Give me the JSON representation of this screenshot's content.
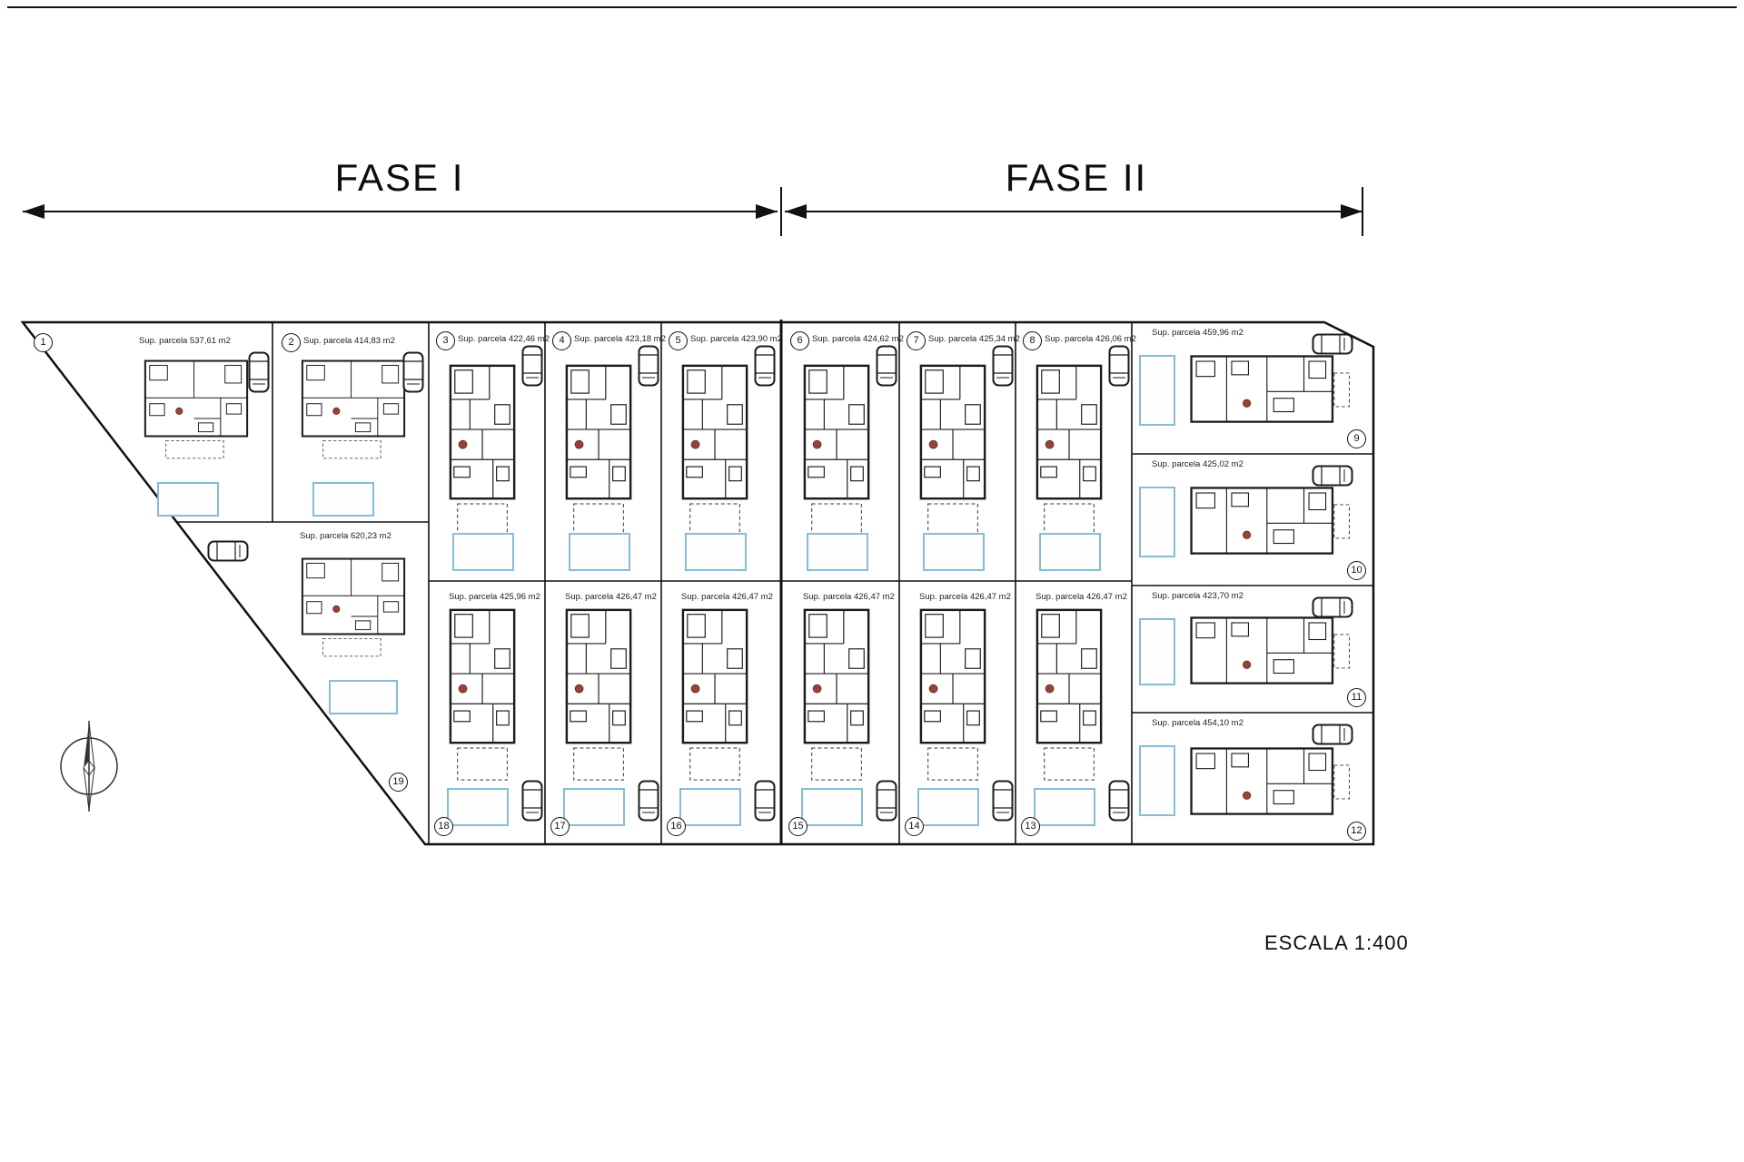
{
  "header": {
    "fase1_label": "FASE I",
    "fase2_label": "FASE II"
  },
  "footer": {
    "scale_label": "ESCALA  1:400"
  },
  "colors": {
    "pool_blue": "#85bcd6",
    "plan_accent_red": "#9a4238",
    "ink": "#141414"
  },
  "plots": [
    {
      "num": "1",
      "area": "Sup. parcela 537,61 m2"
    },
    {
      "num": "2",
      "area": "Sup. parcela 414,83 m2"
    },
    {
      "num": "3",
      "area": "Sup. parcela 422,46 m2"
    },
    {
      "num": "4",
      "area": "Sup. parcela 423,18 m2"
    },
    {
      "num": "5",
      "area": "Sup. parcela 423,90 m2"
    },
    {
      "num": "6",
      "area": "Sup. parcela 424,62 m2"
    },
    {
      "num": "7",
      "area": "Sup. parcela 425,34 m2"
    },
    {
      "num": "8",
      "area": "Sup. parcela 426,06 m2"
    },
    {
      "num": "9",
      "area": "Sup. parcela 459,96 m2"
    },
    {
      "num": "10",
      "area": "Sup. parcela 425,02 m2"
    },
    {
      "num": "11",
      "area": "Sup. parcela 423,70 m2"
    },
    {
      "num": "12",
      "area": "Sup. parcela 454,10 m2"
    },
    {
      "num": "13",
      "area": "Sup. parcela 426,47 m2"
    },
    {
      "num": "14",
      "area": "Sup. parcela 426,47 m2"
    },
    {
      "num": "15",
      "area": "Sup. parcela 426,47 m2"
    },
    {
      "num": "16",
      "area": "Sup. parcela 426,47 m2"
    },
    {
      "num": "17",
      "area": "Sup. parcela 426,47 m2"
    },
    {
      "num": "18",
      "area": "Sup. parcela 425,96 m2"
    },
    {
      "num": "19",
      "area": "Sup. parcela 620,23 m2"
    }
  ]
}
